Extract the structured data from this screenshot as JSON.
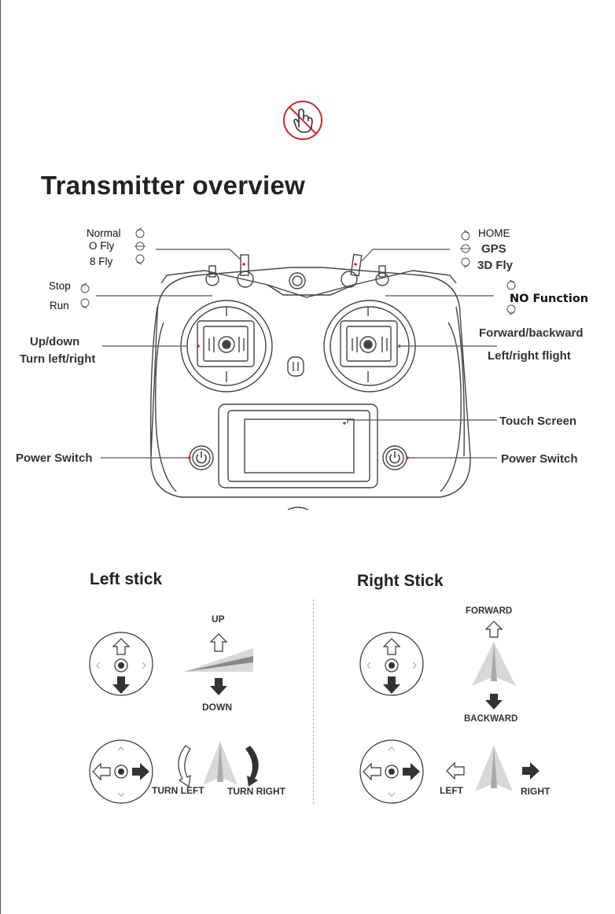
{
  "page": {
    "title": "Transmitter overview"
  },
  "icons": {
    "top": "no-touch-icon"
  },
  "left_switches": {
    "mode": [
      "Normal",
      "O Fly",
      "8 Fly"
    ],
    "run": [
      "Stop",
      "Run"
    ]
  },
  "right_switches": {
    "mode": [
      "HOME",
      "GPS",
      "3D Fly"
    ],
    "extra": "NO Function"
  },
  "callouts": {
    "left_stick": [
      "Up/down",
      "Turn left/right"
    ],
    "right_stick": [
      "Forward/backward",
      "Left/right flight"
    ],
    "touch_screen": "Touch Screen",
    "power_left": "Power Switch",
    "power_right": "Power Switch"
  },
  "left_stick": {
    "heading": "Left stick",
    "up": "UP",
    "down": "DOWN",
    "turn_left": "TURN LEFT",
    "turn_right": "TURN RIGHT"
  },
  "right_stick": {
    "heading": "Right Stick",
    "forward": "FORWARD",
    "backward": "BACKWARD",
    "left": "LEFT",
    "right": "RIGHT"
  },
  "colors": {
    "accent": "#d0262a",
    "line": "#444444",
    "text": "#222222"
  }
}
